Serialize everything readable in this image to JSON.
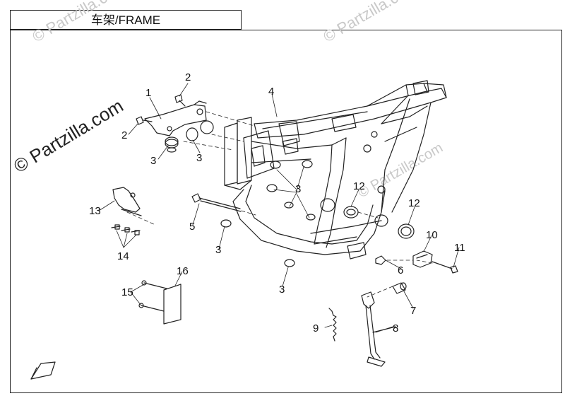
{
  "title": "车架/FRAME",
  "watermark": "© Partzilla.com",
  "watermark_faint": "© Partzilla.com",
  "callouts": [
    {
      "id": "c1",
      "text": "1"
    },
    {
      "id": "c2a",
      "text": "2"
    },
    {
      "id": "c2b",
      "text": "2"
    },
    {
      "id": "c3a",
      "text": "3"
    },
    {
      "id": "c3b",
      "text": "3"
    },
    {
      "id": "c3c",
      "text": "3"
    },
    {
      "id": "c3d",
      "text": "3"
    },
    {
      "id": "c3e",
      "text": "3"
    },
    {
      "id": "c4",
      "text": "4"
    },
    {
      "id": "c5",
      "text": "5"
    },
    {
      "id": "c6",
      "text": "6"
    },
    {
      "id": "c7",
      "text": "7"
    },
    {
      "id": "c8",
      "text": "8"
    },
    {
      "id": "c9",
      "text": "9"
    },
    {
      "id": "c10",
      "text": "10"
    },
    {
      "id": "c11",
      "text": "11"
    },
    {
      "id": "c12a",
      "text": "12"
    },
    {
      "id": "c12b",
      "text": "12"
    },
    {
      "id": "c13",
      "text": "13"
    },
    {
      "id": "c14",
      "text": "14"
    },
    {
      "id": "c15",
      "text": "15"
    },
    {
      "id": "c16",
      "text": "16"
    }
  ],
  "colors": {
    "line": "#222222",
    "watermark": "#c9c9c9"
  }
}
